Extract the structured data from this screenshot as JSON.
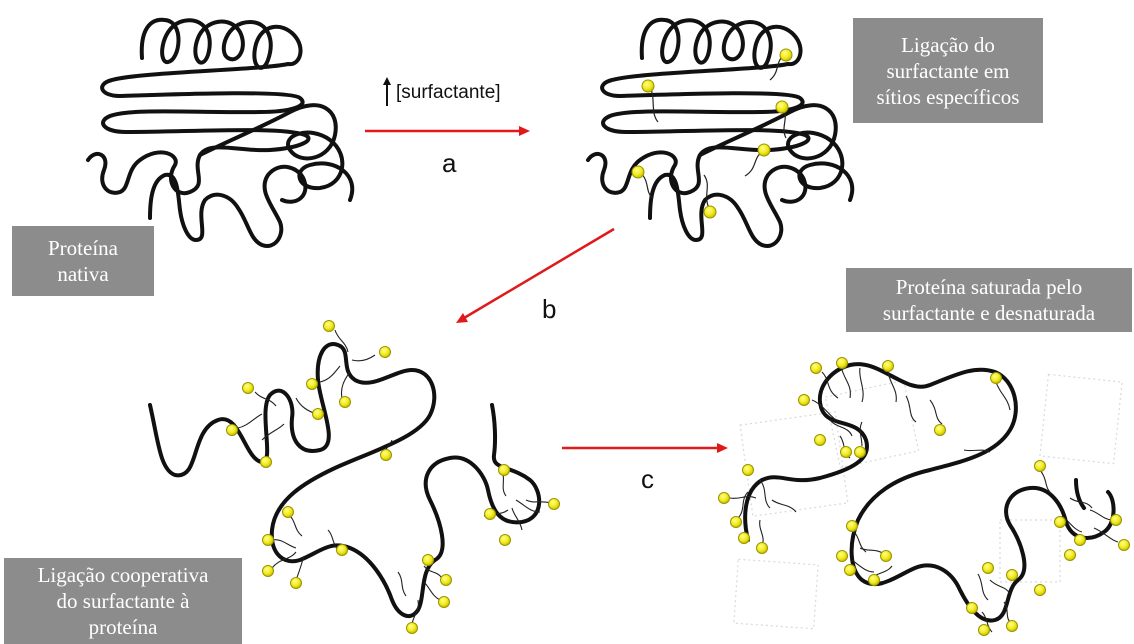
{
  "labels": {
    "native_protein": [
      "Proteína",
      "nativa"
    ],
    "specific_binding": [
      "Ligação do",
      "surfactante em",
      "sítios específicos"
    ],
    "saturated": [
      "Proteína saturada pelo",
      "surfactante e desnaturada"
    ],
    "cooperative": [
      "Ligação cooperativa",
      "do surfactante à",
      "proteína"
    ]
  },
  "steps": {
    "a": "a",
    "b": "b",
    "c": "c",
    "concentration": "[surfactante]"
  },
  "colors": {
    "arrow": "#e0191b",
    "chain": "#111111",
    "head": "#f2ea1c",
    "head_stroke": "#9a9400",
    "box": "#8c8c8c"
  }
}
